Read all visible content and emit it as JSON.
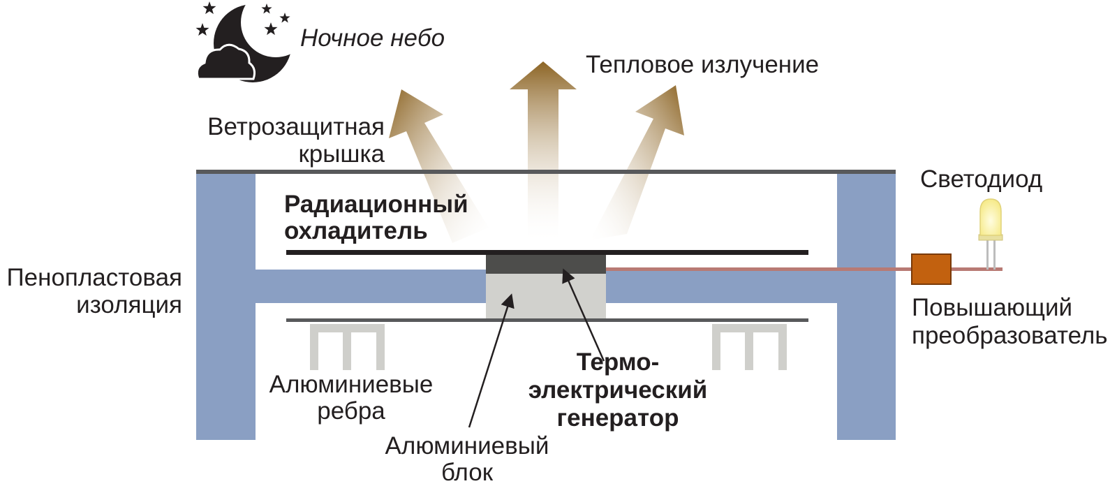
{
  "labels": {
    "night_sky": "Ночное небо",
    "thermal_radiation": "Тепловое излучение",
    "windshield_cover": [
      "Ветрозащитная",
      "крышка"
    ],
    "radiative_cooler": [
      "Радиационный",
      "охладитель"
    ],
    "foam_insulation": [
      "Пенопластовая",
      "изоляция"
    ],
    "aluminum_fins": [
      "Алюминиевые",
      "ребра"
    ],
    "aluminum_block": [
      "Алюминиевый",
      "блок"
    ],
    "teg": [
      "Термо-",
      "электрический",
      "генератор"
    ],
    "led": "Светодиод",
    "boost_converter": [
      "Повышающий",
      "преобразователь"
    ]
  },
  "colors": {
    "insulation": "#8a9fc3",
    "cover": "#58595b",
    "plate": "#231f20",
    "teg": "#4d4d4b",
    "aluminum_block": "#d1d1cd",
    "fins": "#cfcfcb",
    "arrow": "#8c6424",
    "wire": "#b87a74",
    "converter": "#c2610f",
    "led": "#fbf4a6",
    "moon": "#231f20"
  }
}
